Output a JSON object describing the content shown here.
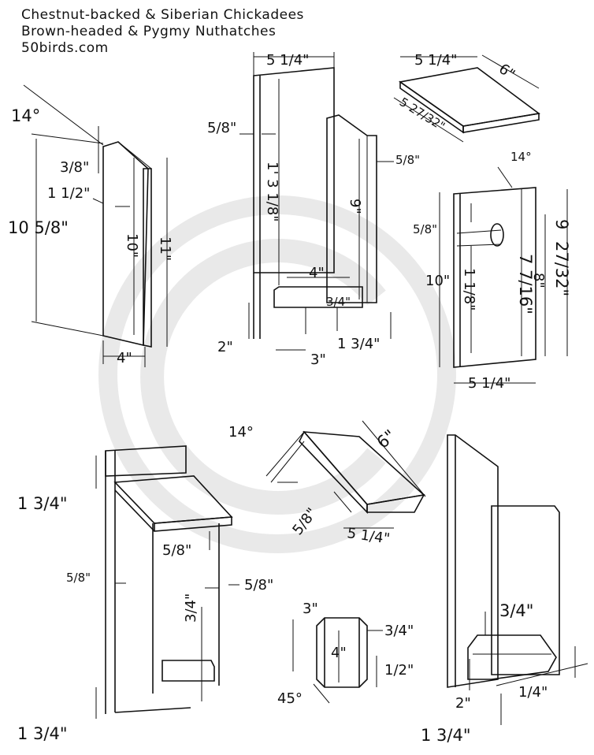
{
  "header": {
    "line1": "Chestnut-backed & Siberian Chickadees",
    "line2": "Brown-headed & Pygmy Nuthatches",
    "site": "50birds.com"
  },
  "labels": {
    "side_angle": "14°",
    "side_top_ext": "3/8\"",
    "side_hole_offset": "1 1/2\"",
    "side_back_height": "10 5/8\"",
    "side_front_height": "10\"",
    "side_total_height": "11\"",
    "side_width": "4\"",
    "back_width": "5 1/4\"",
    "back_thickness": "5/8\"",
    "back_length": "1' 3 1/8\"",
    "front_thickness": "5/8\"",
    "front_height": "9\"",
    "floor_width": "4\"",
    "floor_thickness": "3/4\"",
    "floor_bottom_offset": "2\"",
    "floor_depth": "3\"",
    "floor_back_offset": "1 3/4\"",
    "roof_width": "5 1/4\"",
    "roof_depth": "6\"",
    "roof_bevel": "5 27/32\"",
    "front_angle": "14°",
    "front_edge": "5/8\"",
    "front_hole_offset": "9",
    "front_right_height": "27/32\"",
    "hole_depth": "7 7/16\"",
    "front_total": "10\"",
    "front_hole_dia": "1 1/8\"",
    "front_side_height": "8\"",
    "front_bottom_width": "5 1/4\"",
    "assembly_top": "1 3/4\"",
    "assembly_roof_overhang": "5/8\"",
    "assembly_back": "5/8\"",
    "assembly_front": "5/8\"",
    "assembly_floor": "3/4\"",
    "assembly_bottom": "1 3/4\"",
    "roof_angle": "14°",
    "roof_edge": "5/8\"",
    "roof_len": "6\"",
    "roof_front": "5 1/4\"",
    "floor_corner": "3\"",
    "floor_corner_thick": "3/4\"",
    "floor_height": "4\"",
    "floor_drain": "1/2\"",
    "floor_chamfer": "45°",
    "cut_thick": "3/4\"",
    "cut_bottom": "2\"",
    "cut_side": "1/4\"",
    "cut_base": "1 3/4\""
  }
}
